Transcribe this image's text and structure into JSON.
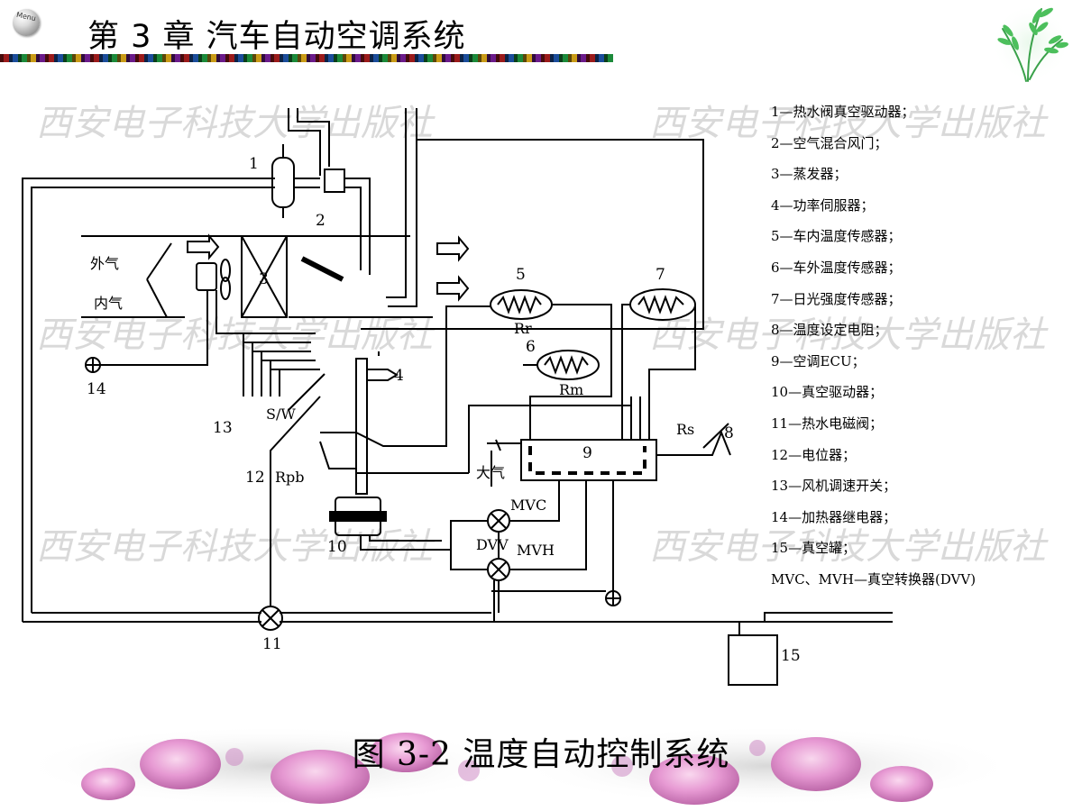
{
  "header": {
    "menu_label": "Menu",
    "chapter_title": "第 3 章   汽车自动空调系统"
  },
  "watermark": "西安电子科技大学出版社",
  "diagram": {
    "part_numbers": [
      "1",
      "2",
      "3",
      "4",
      "5",
      "6",
      "7",
      "8",
      "9",
      "10",
      "11",
      "12",
      "13",
      "14",
      "15"
    ],
    "outside_air": "外气",
    "inside_air": "内气",
    "sw_label": "S/W",
    "r_pb": "Rpb",
    "r_r": "Rr",
    "r_m": "Rm",
    "r_s": "Rs",
    "atmosphere": "大气",
    "mvc": "MVC",
    "mvh": "MVH",
    "dvv": "DVV"
  },
  "legend": [
    "1—热水阀真空驱动器；",
    "2—空气混合风门；",
    "3—蒸发器；",
    "4—功率伺服器；",
    "5—车内温度传感器；",
    "6—车外温度传感器；",
    "7—日光强度传感器；",
    "8—温度设定电阻；",
    "9—空调ECU；",
    "10—真空驱动器；",
    "11—热水电磁阀；",
    "12—电位器；",
    "13—风机调速开关；",
    "14—加热器继电器；",
    "15—真空罐；",
    "MVC、MVH—真空转换器(DVV)"
  ],
  "caption": "图 3-2  温度自动控制系统"
}
